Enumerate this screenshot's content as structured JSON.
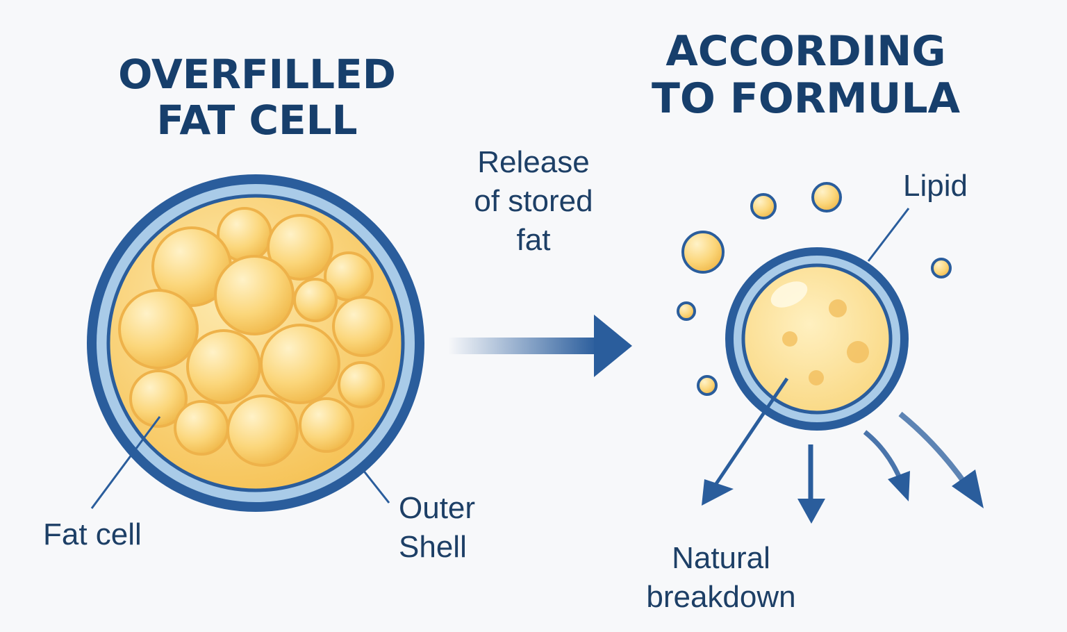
{
  "left_title": [
    "OVERFILLED",
    "FAT CELL"
  ],
  "right_title": [
    "ACCORDING",
    "TO FORMULA"
  ],
  "arrow_label": [
    "Release",
    "of stored",
    "fat"
  ],
  "labels": {
    "fat_cell": "Fat cell",
    "outer_shell": [
      "Outer",
      "Shell"
    ],
    "lipid": "Lipid",
    "natural_breakdown": [
      "Natural",
      "breakdown"
    ]
  },
  "colors": {
    "dark_blue": "#2a5d9c",
    "light_blue": "#a9cbe8",
    "fat_yellow": "#fbd67a",
    "title": "#173f6c"
  }
}
